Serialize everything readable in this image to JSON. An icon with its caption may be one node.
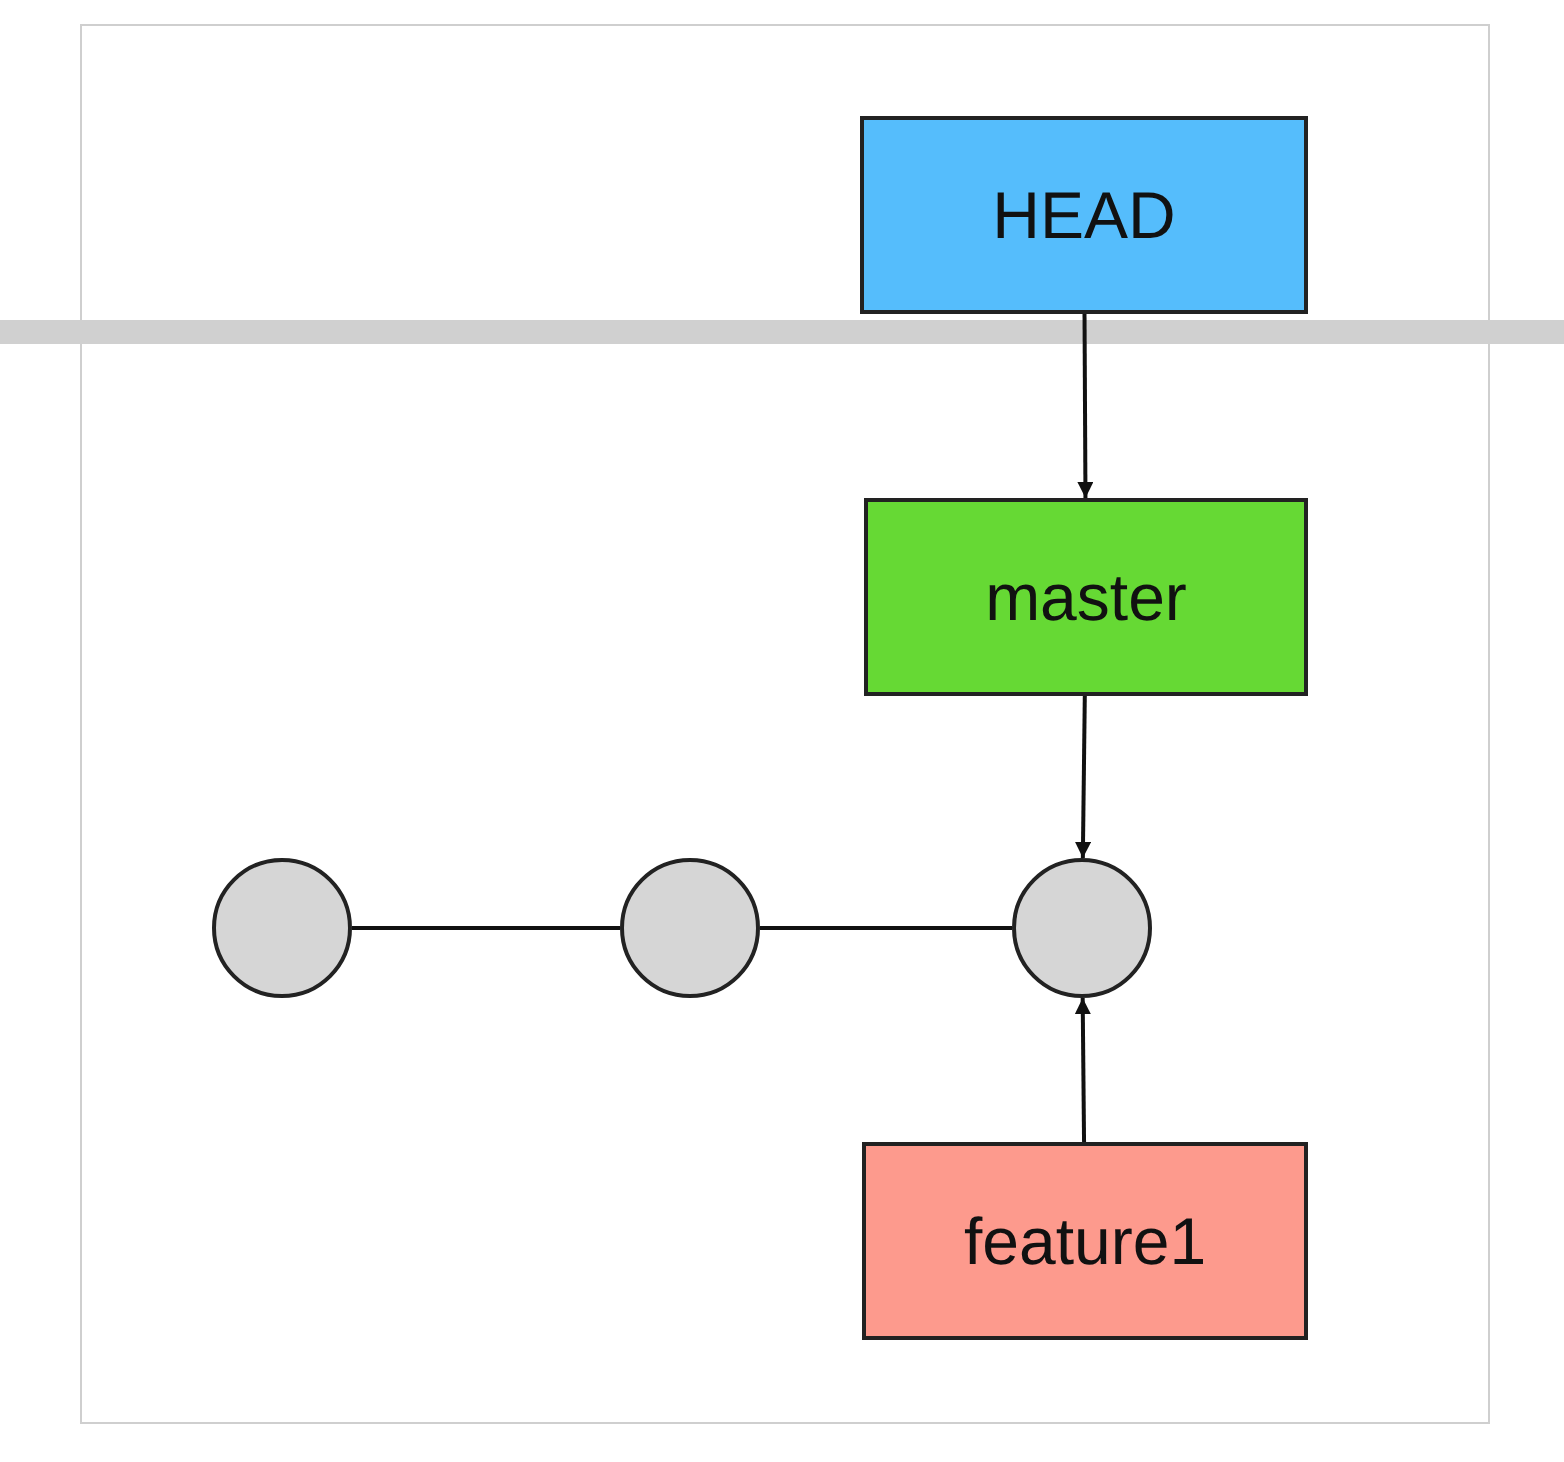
{
  "diagram": {
    "nodes": [
      {
        "text": [
          "HEAD"
        ]
      },
      {
        "text": [
          "master"
        ]
      },
      {
        "text": [],
        "shape": "circle"
      },
      {
        "text": [],
        "shape": "circle"
      },
      {
        "text": [],
        "shape": "circle"
      },
      {
        "text": [
          "feature1"
        ]
      }
    ],
    "edges": [
      {
        "from": 0,
        "to": 1,
        "arrow": "to"
      },
      {
        "from": 1,
        "to": 4,
        "arrow": "to"
      },
      {
        "from": 2,
        "to": 3,
        "arrow": "none"
      },
      {
        "from": 3,
        "to": 4,
        "arrow": "none"
      },
      {
        "from": 5,
        "to": 4,
        "arrow": "to"
      }
    ]
  }
}
